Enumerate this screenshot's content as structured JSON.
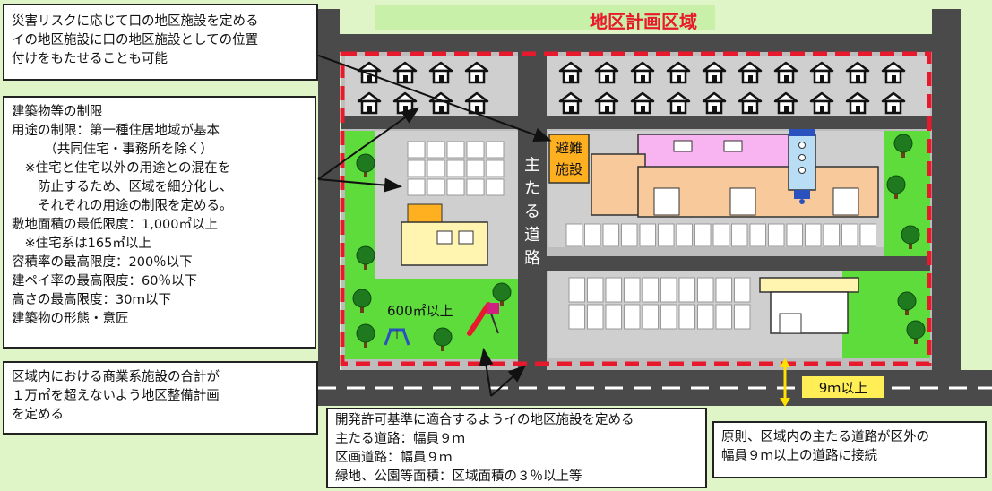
{
  "area_label": "地区計画区域",
  "main_road_label": "主たる道路",
  "evac_label": "避難施設",
  "park_area_label": "600㎡以上",
  "road_width_label": "9ｍ以上",
  "callouts": {
    "top_left": "災害リスクに応じて口の地区施設を定める\nイの地区施設に口の地区施設としての位置\n付けをもたせることも可能",
    "restrictions": [
      "建築物等の制限",
      "用途の制限：第一種住居地域が基本",
      "　　　（共同住宅・事務所を除く）",
      "　※住宅と住宅以外の用途との混在を",
      "　　防止するため、区域を細分化し、",
      "　　それぞれの用途の制限を定める。",
      "敷地面積の最低限度：1,000㎡以上",
      "　※住宅系は165㎡以上",
      "容積率の最高限度：200％以下",
      "建ペイ率の最高限度：60％以下",
      "高さの最高限度：30ｍ以下",
      "建築物の形態・意匠"
    ],
    "commercial": "区域内における商業系施設の合計が\n１万㎡を超えないよう地区整備計画\nを定める",
    "development": "開発許可基準に適合するようイの地区施設を定める\n主たる道路：幅員９ｍ\n区画道路：幅員９ｍ\n緑地、公園等面積：区域面積の３％以上等",
    "connection": "原則、区域内の主たる道路が区外の\n幅員９ｍ以上の道路に接続"
  },
  "colors": {
    "boundary": "#e8192c",
    "road": "#4a4a4a",
    "lot": "#c8c8c8",
    "green": "#5ddc3c",
    "bg_green": "#dff5c8",
    "building": "#f8c99a",
    "pink": "#f8b4f0",
    "evac_fill": "#ffb020",
    "house_outline": "#111111"
  },
  "icons": {
    "house": "house-icon",
    "tree": "tree-icon",
    "water_tower": "water-tower-icon",
    "slide": "slide-icon",
    "swing": "swing-icon"
  }
}
